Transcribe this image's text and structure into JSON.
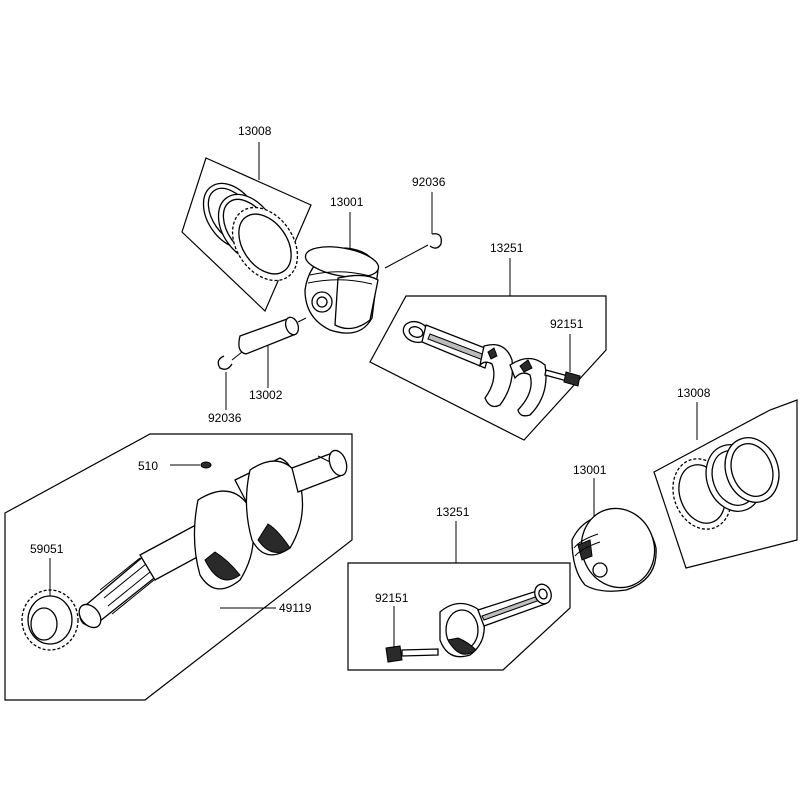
{
  "labels": {
    "rings_top": "13008",
    "piston_top": "13001",
    "circlip_top": "92036",
    "conrod_top": "13251",
    "bolt_top": "92151",
    "pin": "13002",
    "circlip_left": "92036",
    "key": "510",
    "gear": "59051",
    "crankshaft": "49119",
    "rings_right": "13008",
    "piston_right": "13001",
    "conrod_bottom": "13251",
    "bolt_bottom": "92151"
  }
}
